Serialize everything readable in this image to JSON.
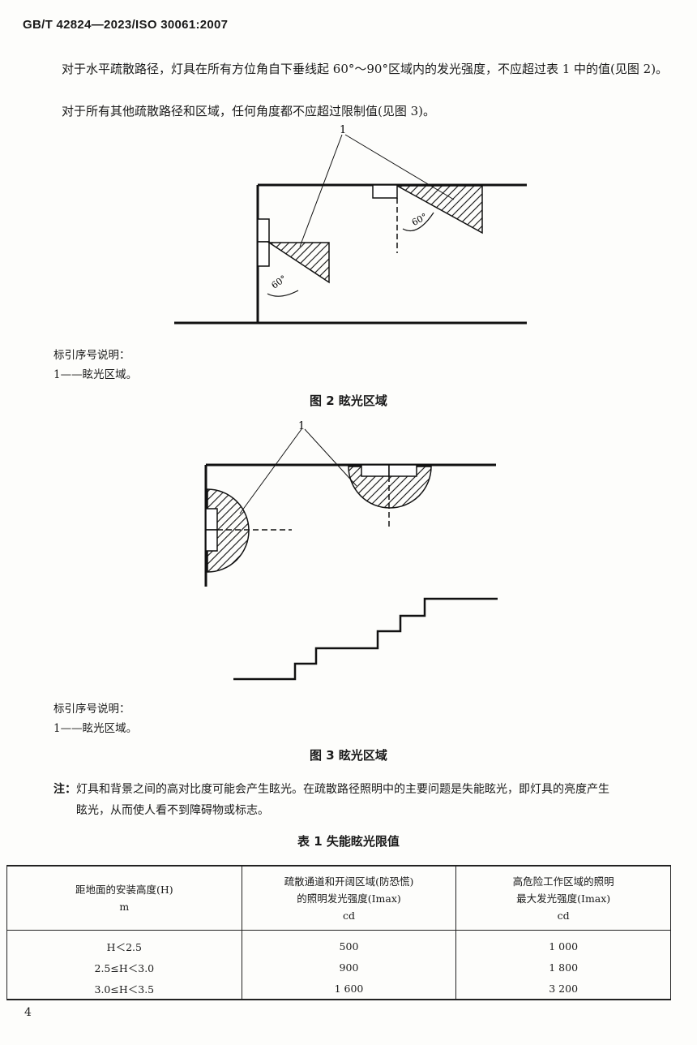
{
  "header": {
    "std_number": "GB/T  42824—2023/ISO 30061:2007"
  },
  "paragraphs": {
    "p1": "对于水平疏散路径，灯具在所有方位角自下垂线起 60°～90°区域内的发光强度，不应超过表 1 中的值(见图 2)。",
    "p2": "对于所有其他疏散路径和区域，任何角度都不应超过限制值(见图 3)。"
  },
  "figure2": {
    "callout_number": "1",
    "angle_left": "60°",
    "angle_right": "60°",
    "legend_title": "标引序号说明：",
    "legend_item": "1——眩光区域。",
    "caption": "图 2   眩光区域"
  },
  "figure3": {
    "callout_number": "1",
    "legend_title": "标引序号说明：",
    "legend_item": "1——眩光区域。",
    "caption": "图 3   眩光区域"
  },
  "note": {
    "label": "注：",
    "line1": "灯具和背景之间的高对比度可能会产生眩光。在疏散路径照明中的主要问题是失能眩光，即灯具的亮度产生",
    "line2": "眩光，从而使人看不到障碍物或标志。"
  },
  "table": {
    "caption": "表 1   失能眩光限值",
    "headers": [
      {
        "l1": "距地面的安装高度(H)",
        "l2": "m",
        "l3": ""
      },
      {
        "l1": "疏散通道和开阔区域(防恐慌)",
        "l2": "的照明发光强度(Imax)",
        "l3": "cd"
      },
      {
        "l1": "高危险工作区域的照明",
        "l2": "最大发光强度(Imax)",
        "l3": "cd"
      }
    ],
    "rows": [
      [
        "H＜2.5",
        "500",
        "1 000"
      ],
      [
        "2.5≤H＜3.0",
        "900",
        "1 800"
      ],
      [
        "3.0≤H＜3.5",
        "1 600",
        "3 200"
      ]
    ]
  },
  "footer": {
    "page_number": "4"
  }
}
